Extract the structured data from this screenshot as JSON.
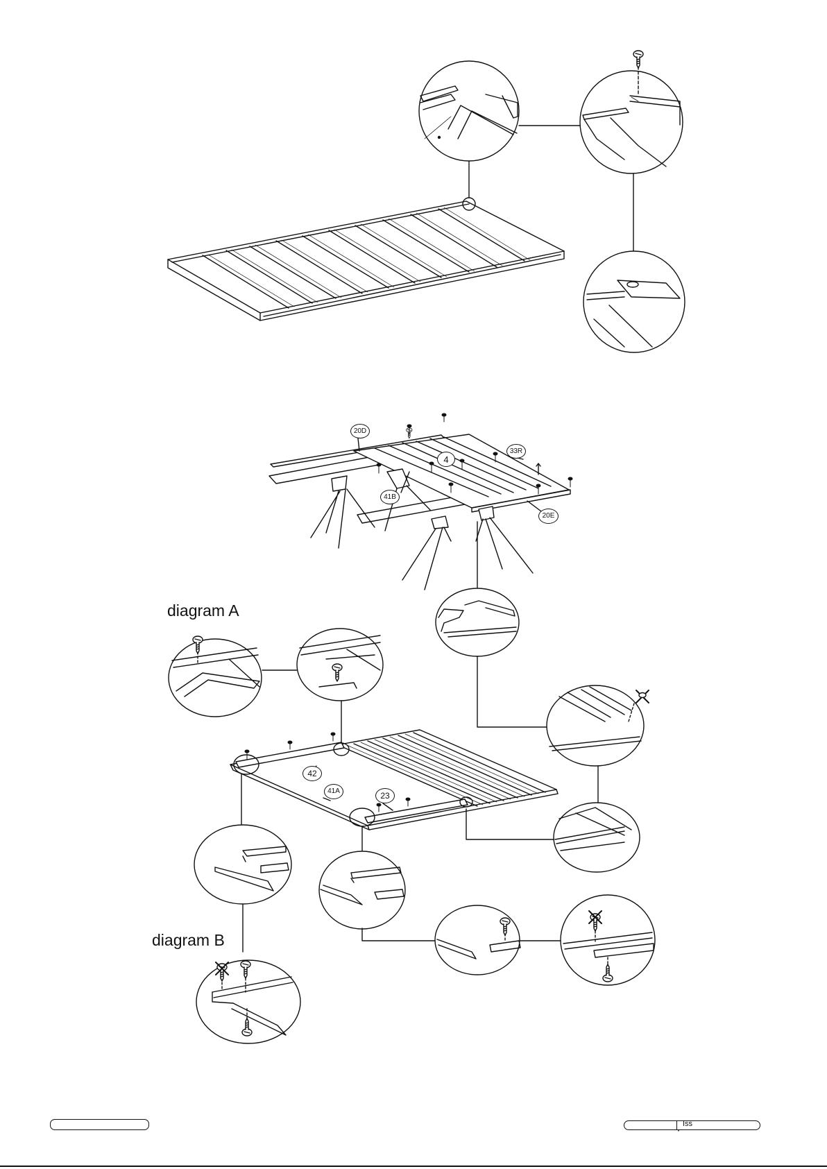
{
  "diagram_a": {
    "label": "diagram A"
  },
  "diagram_b": {
    "label": "diagram B"
  },
  "part_tags": {
    "p20d": "20D",
    "p4": "4",
    "p33r": "33R",
    "p41b": "41B",
    "p20e": "20E",
    "p42": "42",
    "p41a": "41A",
    "p23": "23"
  },
  "footer": {
    "issue_label": "Iss"
  }
}
